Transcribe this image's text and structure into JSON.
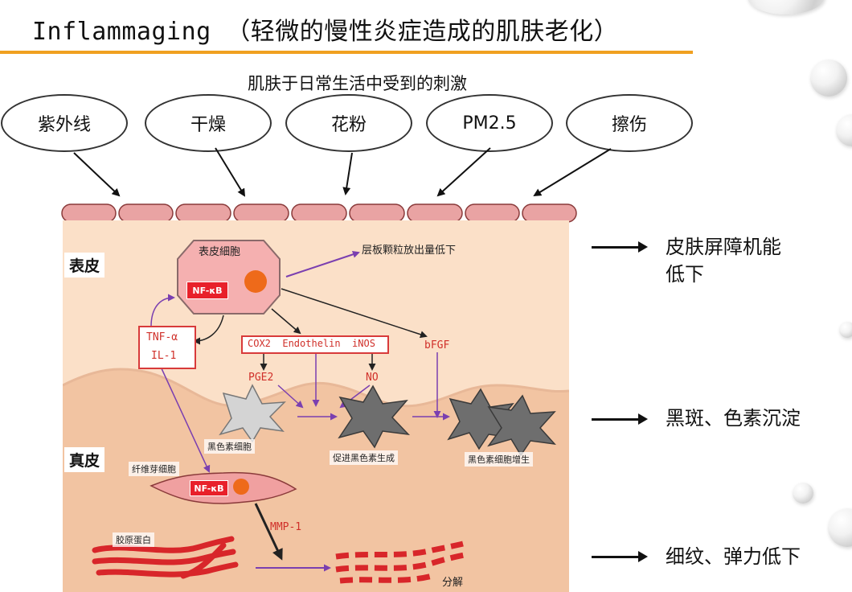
{
  "title": "Inflammaging （轻微的慢性炎症造成的肌肤老化）",
  "stimuli_title": "肌肤于日常生活中受到的刺激",
  "stimuli": [
    "紫外线",
    "干燥",
    "花粉",
    "PM2.5",
    "擦伤"
  ],
  "layers": {
    "epidermis": "表皮",
    "dermis": "真皮"
  },
  "labels": {
    "keratinocyte": "表皮細胞",
    "lamellar": "层板颗粒放出量低下",
    "nfkb": "NF-κB",
    "tnf": "TNF-α",
    "il1": "IL-1",
    "mediators": "COX2  Endothelin  iNOS",
    "bfgf": "bFGF",
    "pge2": "PGE2",
    "no": "NO",
    "melanocyte": "黑色素细胞",
    "promote": "促进黑色素生成",
    "proliferate": "黑色素细胞增生",
    "fibroblast": "纤维芽细胞",
    "mmp1": "MMP-1",
    "collagen": "胶原蛋白",
    "degrade": "分解"
  },
  "outcomes": [
    {
      "line1": "皮肤屏障机能",
      "line2": "低下"
    },
    {
      "line1": "黑斑、色素沉淀",
      "line2": ""
    },
    {
      "line1": "细纹、弹力低下",
      "line2": ""
    }
  ],
  "colors": {
    "accent_rule": "#f0a020",
    "skin_epidermis": "#fbe0c8",
    "skin_dermis": "#f2c4a2",
    "barrier_cells": "#e9a3a3",
    "nfkb_red": "#e8202a",
    "arrow_purple": "#7a3fb0",
    "melanocyte_gray": "#6e6e6e"
  }
}
